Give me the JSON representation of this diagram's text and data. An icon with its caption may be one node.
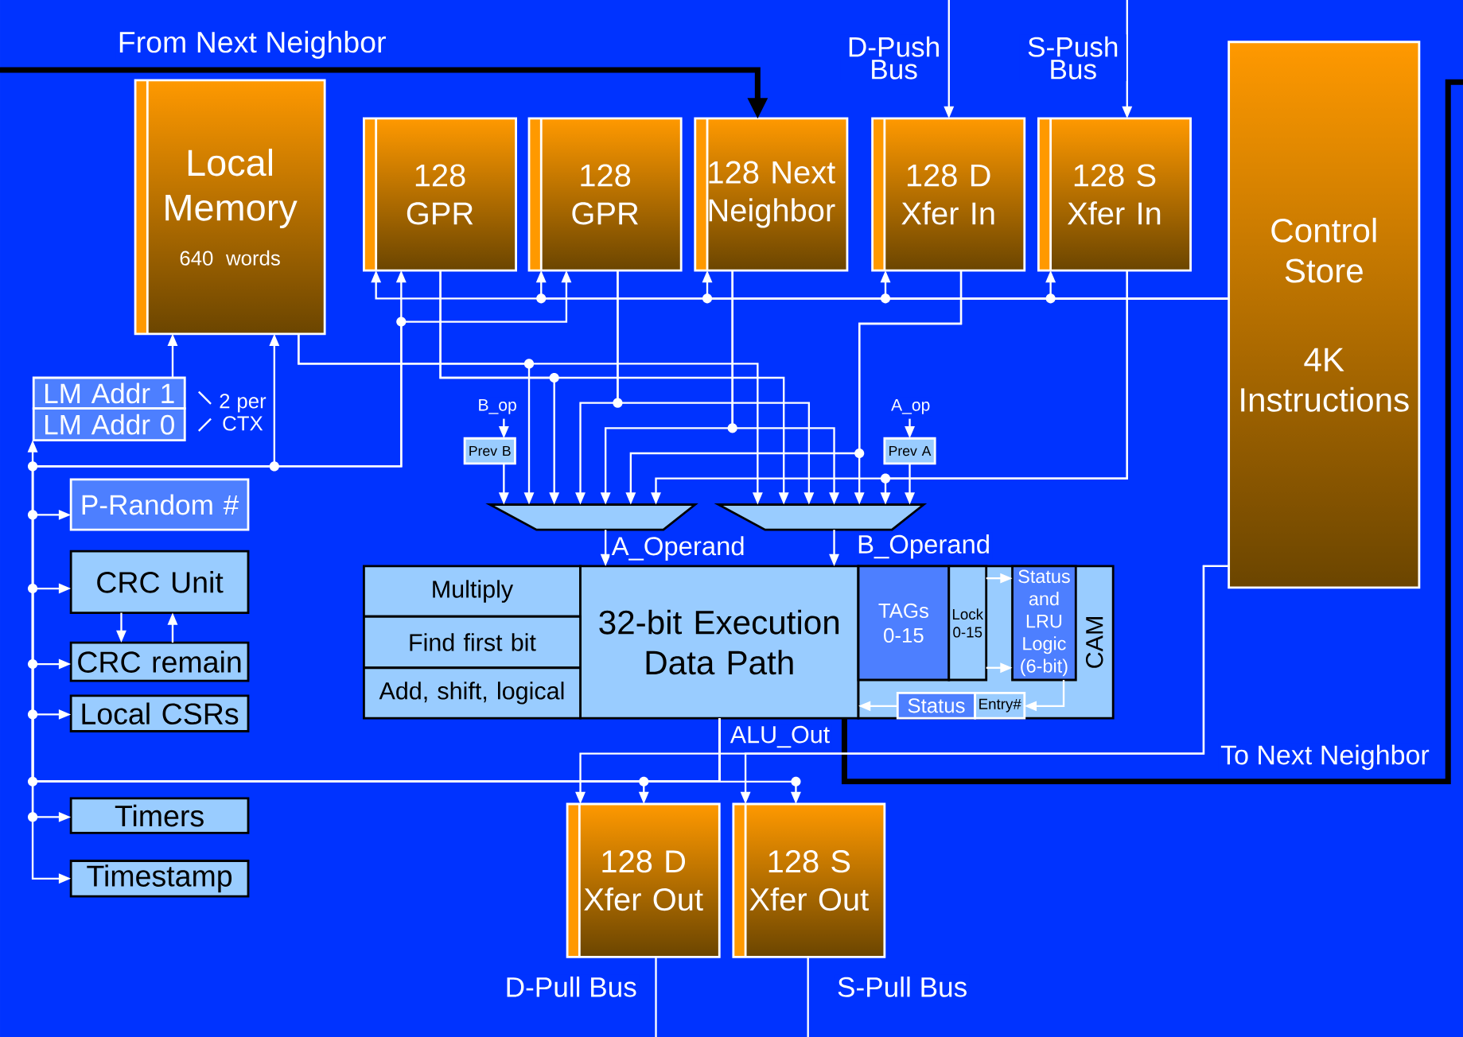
{
  "diagram": {
    "nodes": [
      {
        "text": [
          "Local Memory",
          "640 words"
        ]
      },
      {
        "text": [
          "128 GPR"
        ]
      },
      {
        "text": [
          "128 GPR"
        ]
      },
      {
        "text": [
          "128 Next Neighbor"
        ]
      },
      {
        "text": [
          "128 D Xfer In"
        ]
      },
      {
        "text": [
          "128 S Xfer In"
        ]
      },
      {
        "text": [
          "Control Store",
          "4K Instructions"
        ]
      },
      {
        "text": [
          "LM Addr 1"
        ]
      },
      {
        "text": [
          "LM Addr 0"
        ]
      },
      {
        "text": [
          "Prev B"
        ]
      },
      {
        "text": [
          "Prev A"
        ]
      },
      {
        "text": [],
        "shape": "trapezoid"
      },
      {
        "text": [],
        "shape": "trapezoid"
      },
      {
        "text": [
          "P-Random #"
        ]
      },
      {
        "text": [
          "CRC Unit"
        ]
      },
      {
        "text": [
          "Multiply"
        ]
      },
      {
        "text": [
          "32-bit Execution Data Path"
        ]
      },
      {
        "text": [
          "CAM"
        ]
      },
      {
        "text": [
          "TAGs 0-15"
        ],
        "in": 17
      },
      {
        "text": [
          "Lock 0-15"
        ],
        "in": 17
      },
      {
        "text": [
          "Status and LRU Logic (6-bit)"
        ],
        "in": 17
      },
      {
        "text": [
          "Status"
        ],
        "in": 17
      },
      {
        "text": [
          "Entry#"
        ],
        "in": 17
      },
      {
        "text": [
          "Find first bit"
        ]
      },
      {
        "text": [
          "Add, shift, logical"
        ]
      },
      {
        "text": [
          "CRC remain"
        ]
      },
      {
        "text": [
          "Local CSRs"
        ]
      },
      {
        "text": [
          "Timers"
        ]
      },
      {
        "text": [
          "Timestamp"
        ]
      },
      {
        "text": [
          "128 D Xfer Out"
        ]
      },
      {
        "text": [
          "128 S Xfer Out"
        ]
      }
    ],
    "edges": [
      {
        "from": null,
        "to": 3,
        "arrow": "to",
        "label": "From Next Neighbor",
        "style": "thick",
        "color": "#000000"
      },
      {
        "from": null,
        "to": 4,
        "arrow": "to",
        "label": "D-Push Bus"
      },
      {
        "from": null,
        "to": 5,
        "arrow": "to",
        "label": "S-Push Bus"
      },
      {
        "from": 16,
        "to": null,
        "arrow": "none",
        "label": "To Next Neighbor",
        "style": "thick",
        "color": "#000000"
      },
      {
        "from": 16,
        "to": 29,
        "arrow": "to",
        "label": "ALU_Out"
      },
      {
        "from": 16,
        "to": 30,
        "arrow": "to"
      },
      {
        "from": 6,
        "to": 29,
        "arrow": "to"
      },
      {
        "from": 6,
        "to": 30,
        "arrow": "to"
      },
      {
        "from": 6,
        "to": 1,
        "arrow": "to"
      },
      {
        "from": 6,
        "to": 2,
        "arrow": "to"
      },
      {
        "from": 6,
        "to": 3,
        "arrow": "to"
      },
      {
        "from": 6,
        "to": 4,
        "arrow": "to"
      },
      {
        "from": 6,
        "to": 5,
        "arrow": "to"
      },
      {
        "from": 16,
        "to": 8,
        "arrow": "to"
      },
      {
        "from": 16,
        "to": 0,
        "arrow": "to"
      },
      {
        "from": 16,
        "to": 1,
        "arrow": "to"
      },
      {
        "from": 16,
        "to": 2,
        "arrow": "to"
      },
      {
        "from": 16,
        "to": 13,
        "arrow": "to"
      },
      {
        "from": 16,
        "to": 14,
        "arrow": "to"
      },
      {
        "from": 16,
        "to": 25,
        "arrow": "to"
      },
      {
        "from": 16,
        "to": 26,
        "arrow": "to"
      },
      {
        "from": 16,
        "to": 27,
        "arrow": "to"
      },
      {
        "from": 16,
        "to": 28,
        "arrow": "to"
      },
      {
        "from": 7,
        "to": 0,
        "arrow": "to"
      },
      {
        "from": 14,
        "to": 25,
        "arrow": "to"
      },
      {
        "from": 25,
        "to": 14,
        "arrow": "to"
      },
      {
        "from": 0,
        "to": 11,
        "arrow": "to"
      },
      {
        "from": 0,
        "to": 12,
        "arrow": "to"
      },
      {
        "from": 1,
        "to": 11,
        "arrow": "to"
      },
      {
        "from": 1,
        "to": 12,
        "arrow": "to"
      },
      {
        "from": 2,
        "to": 11,
        "arrow": "to"
      },
      {
        "from": 2,
        "to": 12,
        "arrow": "to"
      },
      {
        "from": 3,
        "to": 11,
        "arrow": "to"
      },
      {
        "from": 3,
        "to": 12,
        "arrow": "to"
      },
      {
        "from": 4,
        "to": 11,
        "arrow": "to"
      },
      {
        "from": 4,
        "to": 12,
        "arrow": "to"
      },
      {
        "from": 5,
        "to": 11,
        "arrow": "to"
      },
      {
        "from": 5,
        "to": 12,
        "arrow": "to"
      },
      {
        "from": 9,
        "to": 11,
        "arrow": "to"
      },
      {
        "from": 10,
        "to": 12,
        "arrow": "to"
      },
      {
        "from": null,
        "to": 9,
        "arrow": "to",
        "label": "B_op"
      },
      {
        "from": null,
        "to": 10,
        "arrow": "to",
        "label": "A_op"
      },
      {
        "from": 11,
        "to": 16,
        "arrow": "to",
        "label": "A_Operand"
      },
      {
        "from": 12,
        "to": 16,
        "arrow": "to",
        "label": "B_Operand"
      },
      {
        "from": 19,
        "to": 20,
        "arrow": "to"
      },
      {
        "from": 19,
        "to": 20,
        "arrow": "to"
      },
      {
        "from": 20,
        "to": 22,
        "arrow": "to"
      },
      {
        "from": 21,
        "to": 16,
        "arrow": "to"
      },
      {
        "from": 29,
        "to": null,
        "arrow": "none",
        "label": "D-Pull Bus"
      },
      {
        "from": 30,
        "to": null,
        "arrow": "none",
        "label": "S-Pull Bus"
      }
    ],
    "labels": [
      "2 per CTX"
    ]
  }
}
